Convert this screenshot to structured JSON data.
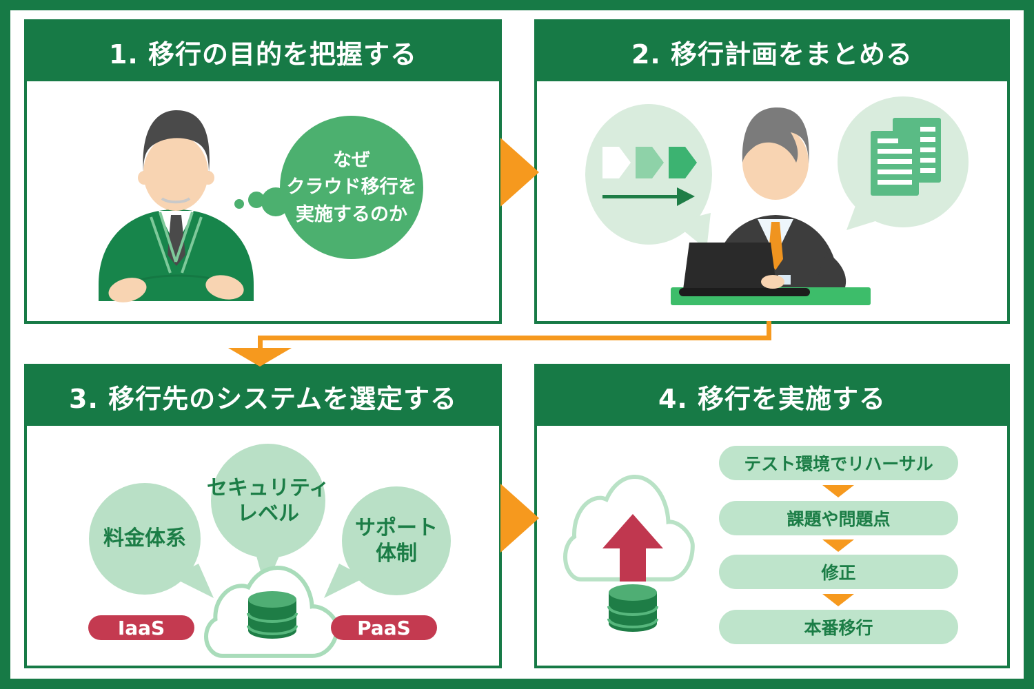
{
  "palette": {
    "frame_green": "#177a46",
    "bubble_green": "#4cb06f",
    "light_green": "#b9e0c6",
    "pale_green": "#d9ecdd",
    "desk_green": "#3dbd6a",
    "orange": "#f6991e",
    "red": "#c43a50"
  },
  "step1": {
    "title": "1. 移行の目的を把握する",
    "thought_bubble": {
      "lines": [
        "なぜ",
        "クラウド移行を",
        "実施するのか"
      ]
    }
  },
  "step2": {
    "title": "2. 移行計画をまとめる"
  },
  "step3": {
    "title": "3. 移行先のシステムを選定する",
    "criteria": [
      {
        "lines": [
          "料金体系"
        ]
      },
      {
        "lines": [
          "セキュリティ",
          "レベル"
        ]
      },
      {
        "lines": [
          "サポート",
          "体制"
        ]
      }
    ],
    "tags": [
      "IaaS",
      "PaaS"
    ]
  },
  "step4": {
    "title": "4. 移行を実施する",
    "flow": [
      "テスト環境でリハーサル",
      "課題や問題点",
      "修正",
      "本番移行"
    ]
  }
}
